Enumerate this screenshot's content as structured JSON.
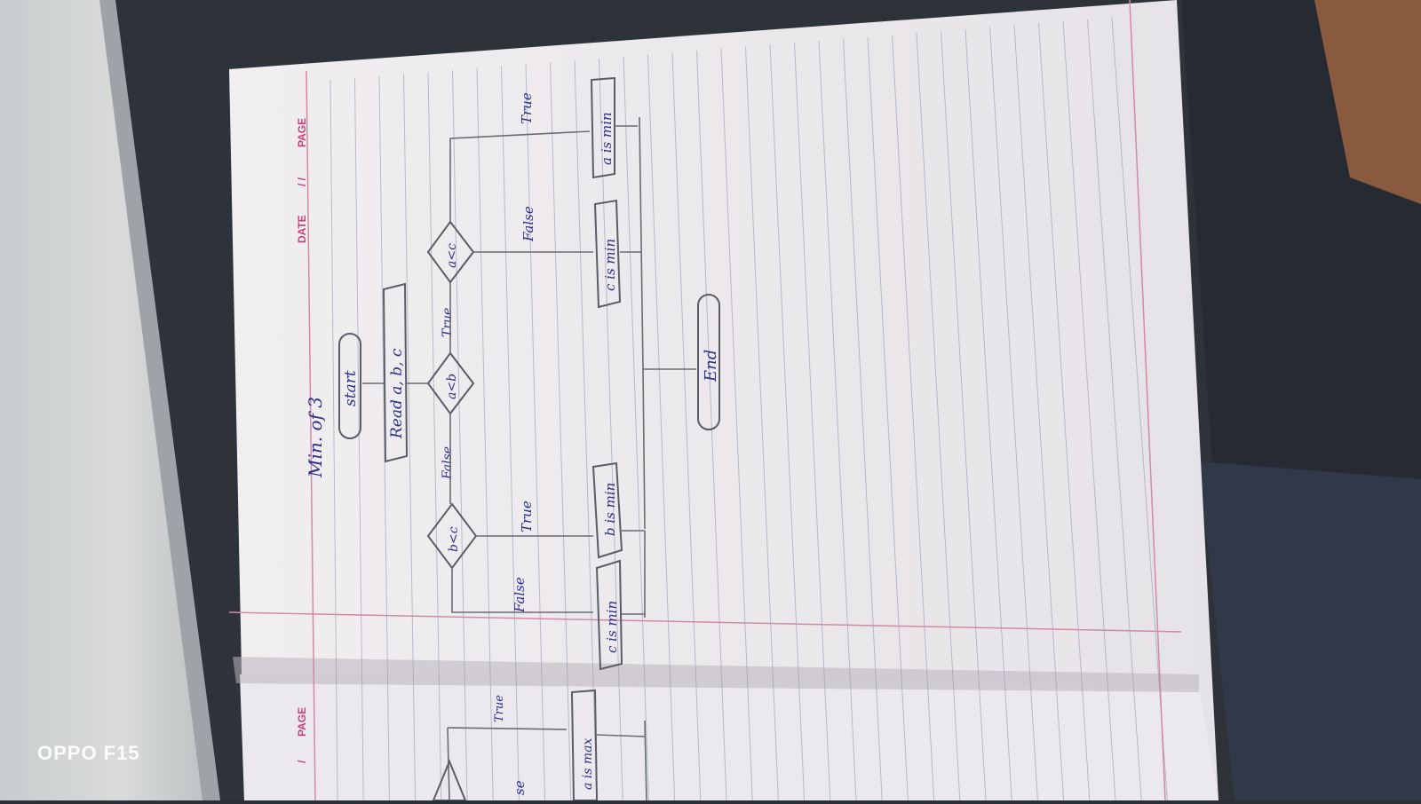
{
  "camera": {
    "watermark": "OPPO F15"
  },
  "page_header": {
    "date_label": "DATE",
    "page_label": "PAGE",
    "slashes": "/ /"
  },
  "left_page_header": {
    "page_label": "PAGE",
    "slash": "/"
  },
  "flowchart": {
    "title": "Min. of 3",
    "start": "start",
    "input": "Read a, b, c",
    "decision_ab": "a<b",
    "decision_bc": "b<c",
    "decision_ac": "a<c",
    "label_false_ab": "False",
    "label_true_ab": "True",
    "label_true_bc": "True",
    "label_false_bc": "False",
    "label_false_ac": "False",
    "label_true_ac": "True",
    "box_b_min": "b is min",
    "box_c_min_left": "c is min",
    "box_c_min_right": "c is min",
    "box_a_min": "a is min",
    "end": "End"
  },
  "left_page": {
    "label_true": "True",
    "label_se": "se",
    "box_a_max": "a is max"
  }
}
